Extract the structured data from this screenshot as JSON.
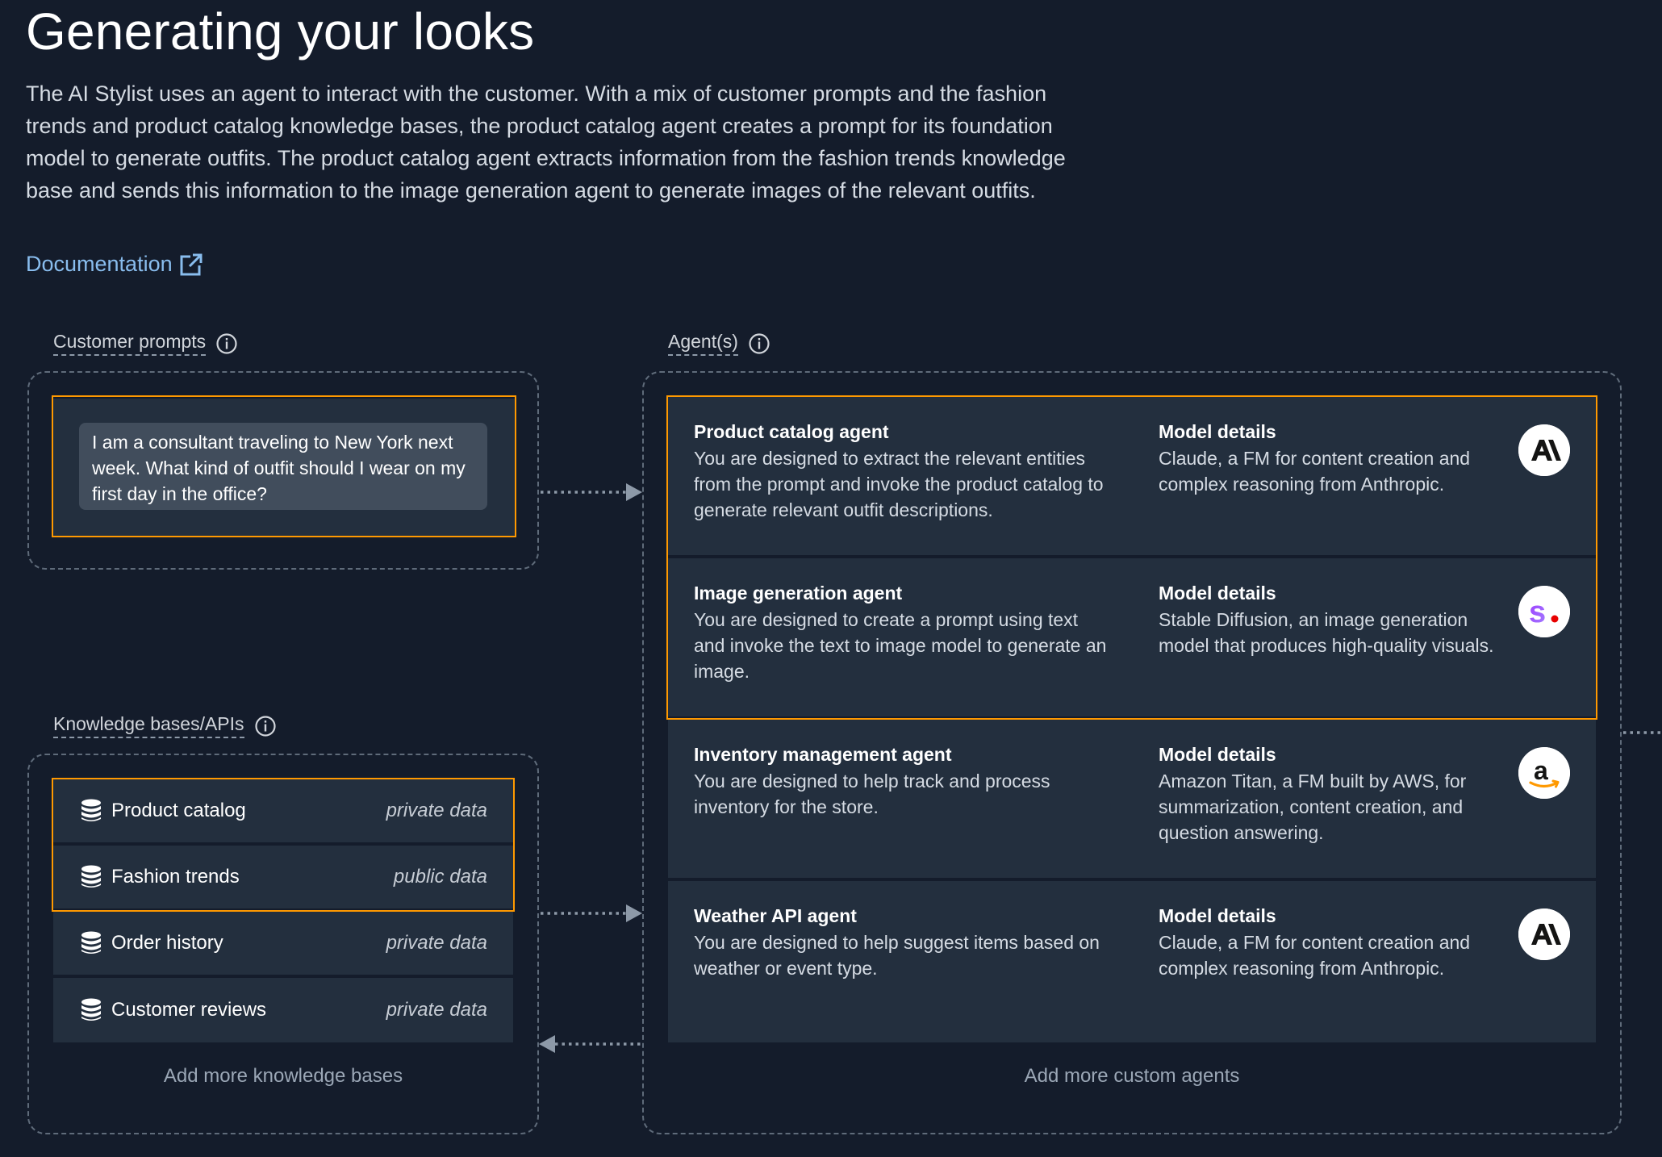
{
  "header": {
    "title": "Generating your looks",
    "description": "The AI Stylist uses an agent to interact with the customer. With a mix of customer prompts and the fashion trends and product catalog knowledge bases, the product catalog agent creates a prompt for its foundation model to generate outfits. The product catalog agent extracts information from the fashion trends knowledge base and sends this information to the image generation agent to generate images of the relevant outfits.",
    "documentation_link": "Documentation"
  },
  "customer_prompts": {
    "label": "Customer prompts",
    "prompt_text": "I am a consultant traveling to New York next week. What kind of outfit should I wear on my first day in the office?"
  },
  "knowledge_bases": {
    "label": "Knowledge bases/APIs",
    "items": [
      {
        "name": "Product catalog",
        "tag": "private data",
        "selected": true
      },
      {
        "name": "Fashion trends",
        "tag": "public data",
        "selected": true
      },
      {
        "name": "Order history",
        "tag": "private data",
        "selected": false
      },
      {
        "name": "Customer reviews",
        "tag": "private data",
        "selected": false
      }
    ],
    "add_more": "Add more knowledge bases"
  },
  "agents": {
    "label": "Agent(s)",
    "items": [
      {
        "title": "Product catalog agent",
        "description": "You are designed to extract the relevant entities from the prompt and invoke the product catalog to generate relevant outfit descriptions.",
        "model_title": "Model details",
        "model_description": "Claude, a FM for content creation and complex reasoning from Anthropic.",
        "logo": "anthropic-logo",
        "selected": true
      },
      {
        "title": "Image generation agent",
        "description": "You are designed to create a prompt using text and invoke the text to image model to generate an image.",
        "model_title": "Model details",
        "model_description": "Stable Diffusion, an image generation model that produces high-quality visuals.",
        "logo": "stability-logo",
        "selected": true
      },
      {
        "title": "Inventory management agent",
        "description": "You are designed to help track and process inventory for the store.",
        "model_title": "Model details",
        "model_description": "Amazon Titan, a FM built by AWS, for summarization, content creation, and question answering.",
        "logo": "amazon-logo",
        "selected": false
      },
      {
        "title": "Weather API agent",
        "description": "You are designed to help suggest items based on weather or event type.",
        "model_title": "Model details",
        "model_description": "Claude, a FM for content creation and complex reasoning from Anthropic.",
        "logo": "anthropic-logo",
        "selected": false
      }
    ],
    "add_more": "Add more custom agents"
  },
  "colors": {
    "background": "#141c2b",
    "card": "#232f3e",
    "selection_accent": "#ff9900",
    "link": "#89bdee",
    "dashed_border": "#5f6b7a"
  }
}
